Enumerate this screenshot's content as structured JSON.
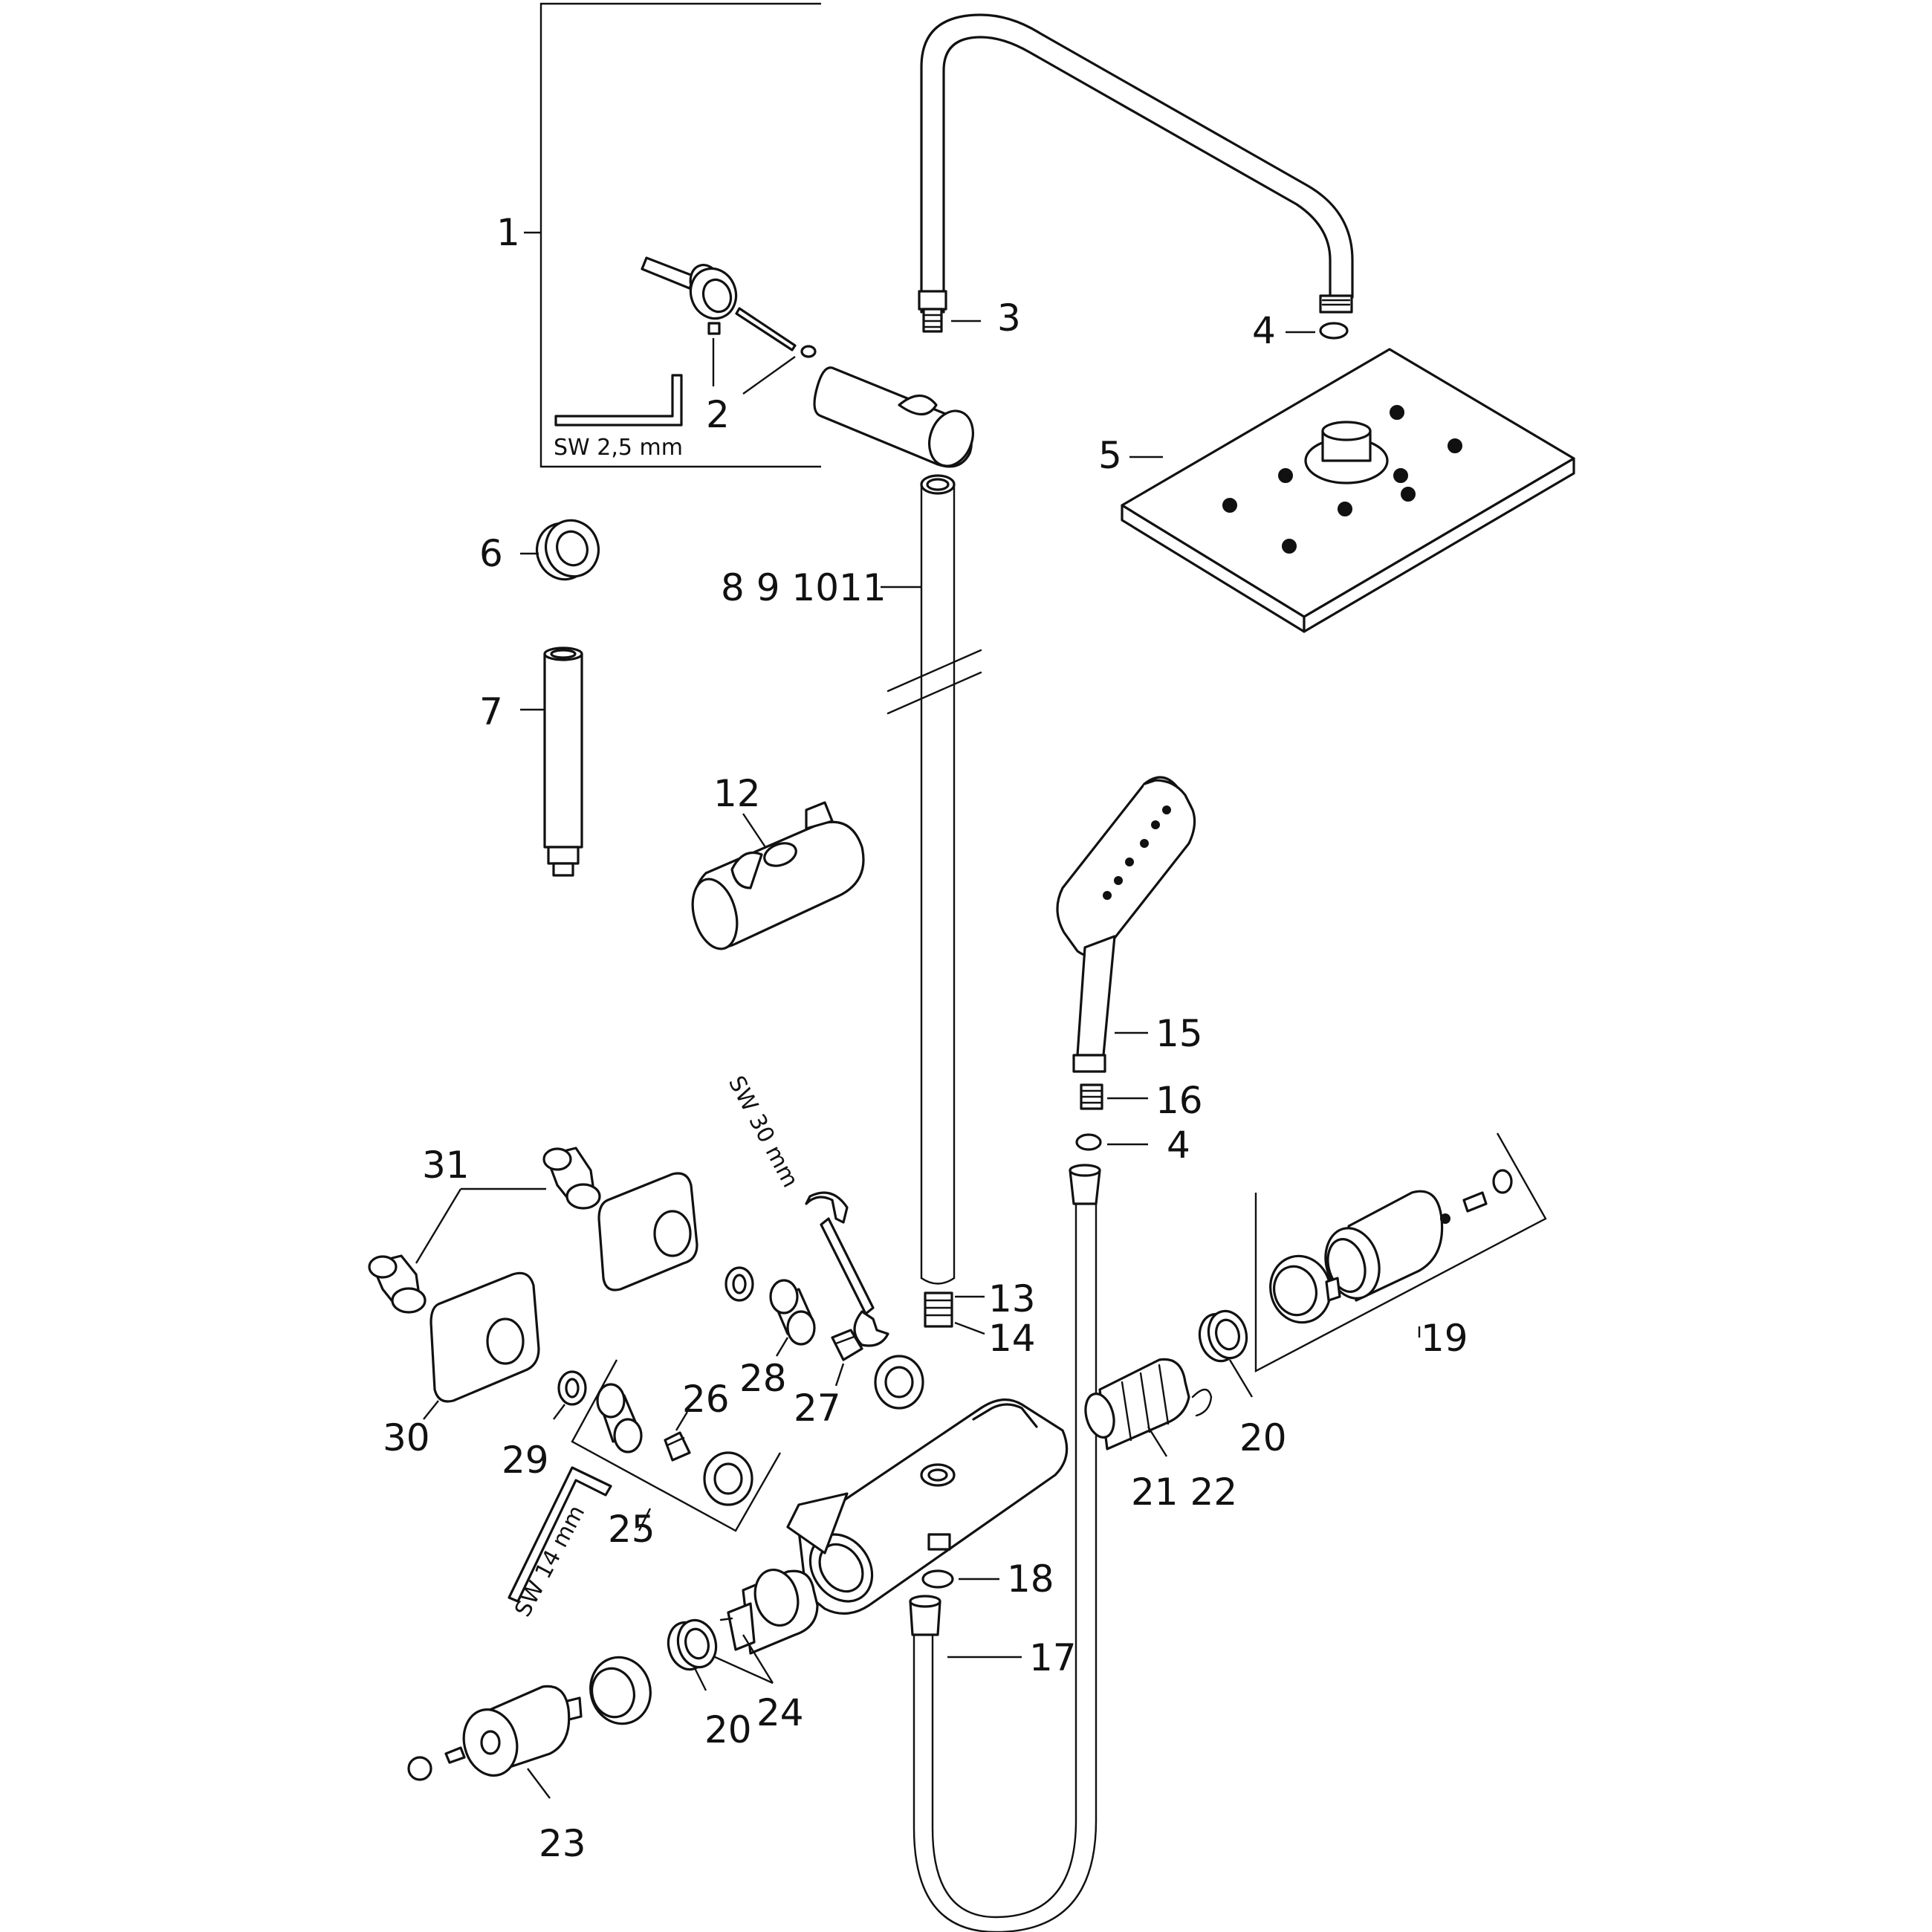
{
  "callouts": {
    "c1": "1",
    "c2": "2",
    "c3": "3",
    "c4a": "4",
    "c4b": "4",
    "c5": "5",
    "c6": "6",
    "c7": "7",
    "c8_11": "8 9 1011",
    "c12": "12",
    "c13": "13",
    "c14": "14",
    "c15": "15",
    "c16": "16",
    "c17": "17",
    "c18": "18",
    "c19": "19",
    "c20a": "20",
    "c20b": "20",
    "c21_22": "21 22",
    "c23": "23",
    "c24": "24",
    "c25": "25",
    "c26": "26",
    "c27": "27",
    "c28": "28",
    "c29": "29",
    "c30": "30",
    "c31": "31"
  },
  "tools": {
    "hex_key_small": "SW 2,5 mm",
    "wrench": "SW 30 mm",
    "hex_key_large": "SW 14 mm"
  }
}
